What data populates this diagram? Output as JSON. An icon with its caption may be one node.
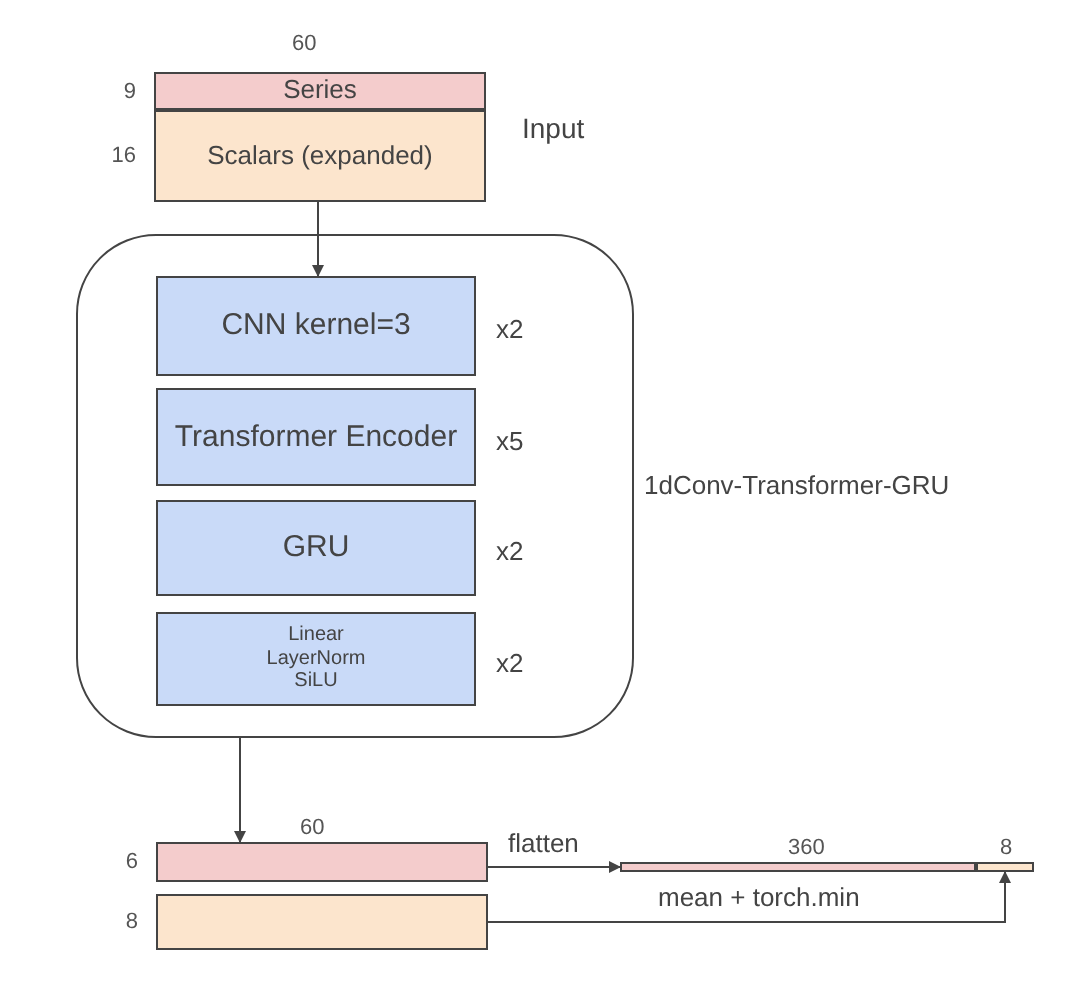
{
  "diagram": {
    "nodes": [
      {
        "text": [
          "Series"
        ],
        "beside": [
          "9"
        ]
      },
      {
        "text": [
          "Scalars (expanded)"
        ],
        "beside": [
          "16"
        ]
      },
      {
        "text": [
          "1dConv-Transformer-GRU"
        ]
      },
      {
        "text": [
          "CNN kernel=3"
        ],
        "in": 2,
        "beside": [
          "x2"
        ]
      },
      {
        "text": [
          "Transformer Encoder"
        ],
        "in": 2,
        "beside": [
          "x5"
        ]
      },
      {
        "text": [
          "GRU"
        ],
        "in": 2,
        "beside": [
          "x2"
        ]
      },
      {
        "text": [
          "Linear",
          "LayerNorm",
          "SiLU"
        ],
        "in": 2,
        "beside": [
          "x2"
        ]
      },
      {
        "text": [],
        "shape": "bar",
        "beside": [
          "6"
        ]
      },
      {
        "text": [],
        "shape": "bar",
        "beside": [
          "8"
        ]
      },
      {
        "text": [],
        "shape": "bar"
      },
      {
        "text": [],
        "shape": "bar"
      }
    ],
    "edges": [
      {
        "from": 1,
        "to": 3,
        "arrow": "to"
      },
      {
        "from": 2,
        "to": 7,
        "arrow": "to"
      },
      {
        "from": 7,
        "to": 9,
        "arrow": "to",
        "label": "flatten"
      },
      {
        "from": 8,
        "to": 10,
        "arrow": "to",
        "label": "mean + torch.min"
      }
    ],
    "labels": [
      "60",
      "Input",
      "60",
      "360",
      "8"
    ]
  }
}
